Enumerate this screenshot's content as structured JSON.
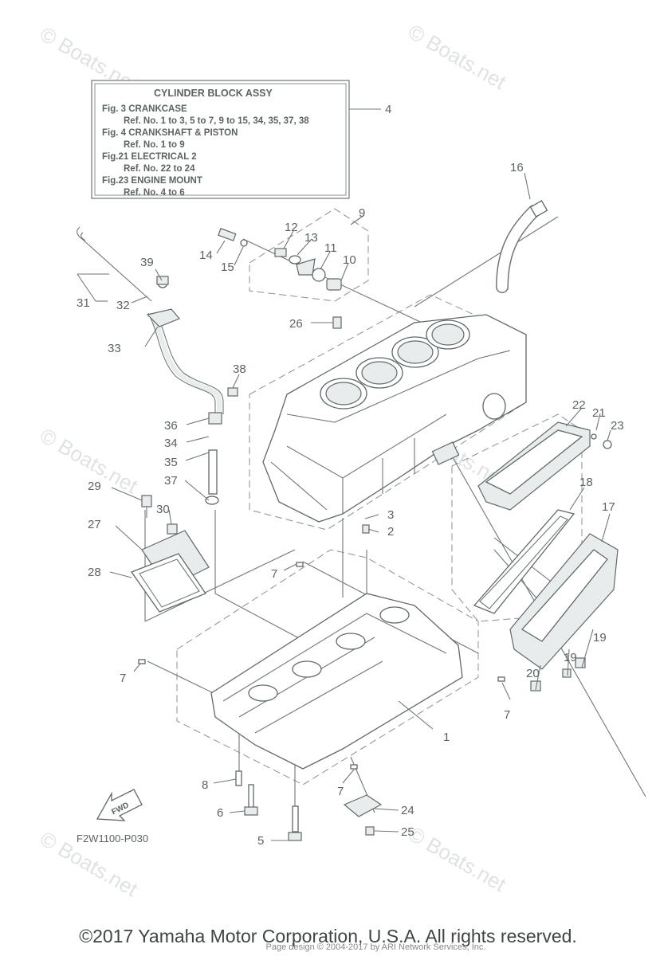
{
  "info_box": {
    "title": "CYLINDER BLOCK ASSY",
    "lines": [
      "Fig.  3 CRANKCASE",
      "Ref. No. 1 to 3, 5 to 7, 9 to 15, 34, 35, 37, 38",
      "Fig.  4 CRANKSHAFT & PISTON",
      "Ref. No. 1 to 9",
      "Fig.21 ELECTRICAL 2",
      "Ref. No. 22 to 24",
      "Fig.23 ENGINE MOUNT",
      "Ref. No. 4 to 6"
    ]
  },
  "callouts": {
    "c1": "1",
    "c2": "2",
    "c3": "3",
    "c4": "4",
    "c5": "5",
    "c6": "6",
    "c7": "7",
    "c8": "8",
    "c9": "9",
    "c10": "10",
    "c11": "11",
    "c12": "12",
    "c13": "13",
    "c14": "14",
    "c15": "15",
    "c16": "16",
    "c17": "17",
    "c18": "18",
    "c19": "19",
    "c20": "20",
    "c21": "21",
    "c22": "22",
    "c23": "23",
    "c24": "24",
    "c25": "25",
    "c26": "26",
    "c27": "27",
    "c28": "28",
    "c29": "29",
    "c30": "30",
    "c31": "31",
    "c32": "32",
    "c33": "33",
    "c34": "34",
    "c35": "35",
    "c36": "36",
    "c37": "37",
    "c38": "38",
    "c39": "39"
  },
  "fwd_label": "FWD",
  "diagram_code": "F2W1100-P030",
  "watermark": "© Boats.net",
  "copyright": "©2017 Yamaha Motor Corporation, U.S.A. All rights reserved.",
  "page_design": "Page design © 2004-2017 by ARI Network Services, Inc."
}
